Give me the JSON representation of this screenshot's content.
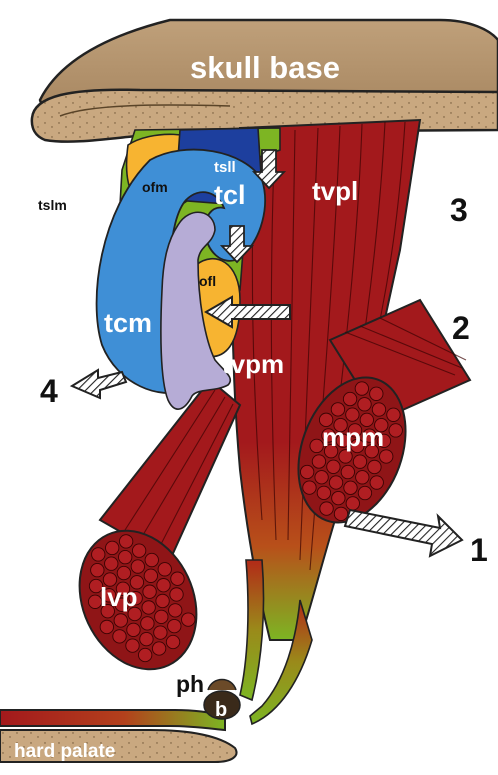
{
  "labels": {
    "skull_base": "skull base",
    "tslm": "tslm",
    "tsll": "tsll",
    "ofm": "ofm",
    "ofl": "ofl",
    "tcl": "tcl",
    "tcm": "tcm",
    "tvpl": "tvpl",
    "tvpm": "tvpm",
    "mpm": "mpm",
    "lvp": "lvp",
    "ph": "ph",
    "b": "b",
    "hard_palate": "hard palate"
  },
  "markers": {
    "m1": "1",
    "m2": "2",
    "m3": "3",
    "m4": "4"
  },
  "colors": {
    "bone": "#c9a880",
    "bone_dark": "#a88862",
    "muscle": "#a3191c",
    "muscle_dark": "#5e0a0c",
    "cartilage_blue": "#3f8fd6",
    "cartilage_dark_blue": "#1d3f9e",
    "fat_orange": "#f7b431",
    "lamina_green": "#7db523",
    "hook_lilac": "#b6acd6"
  }
}
